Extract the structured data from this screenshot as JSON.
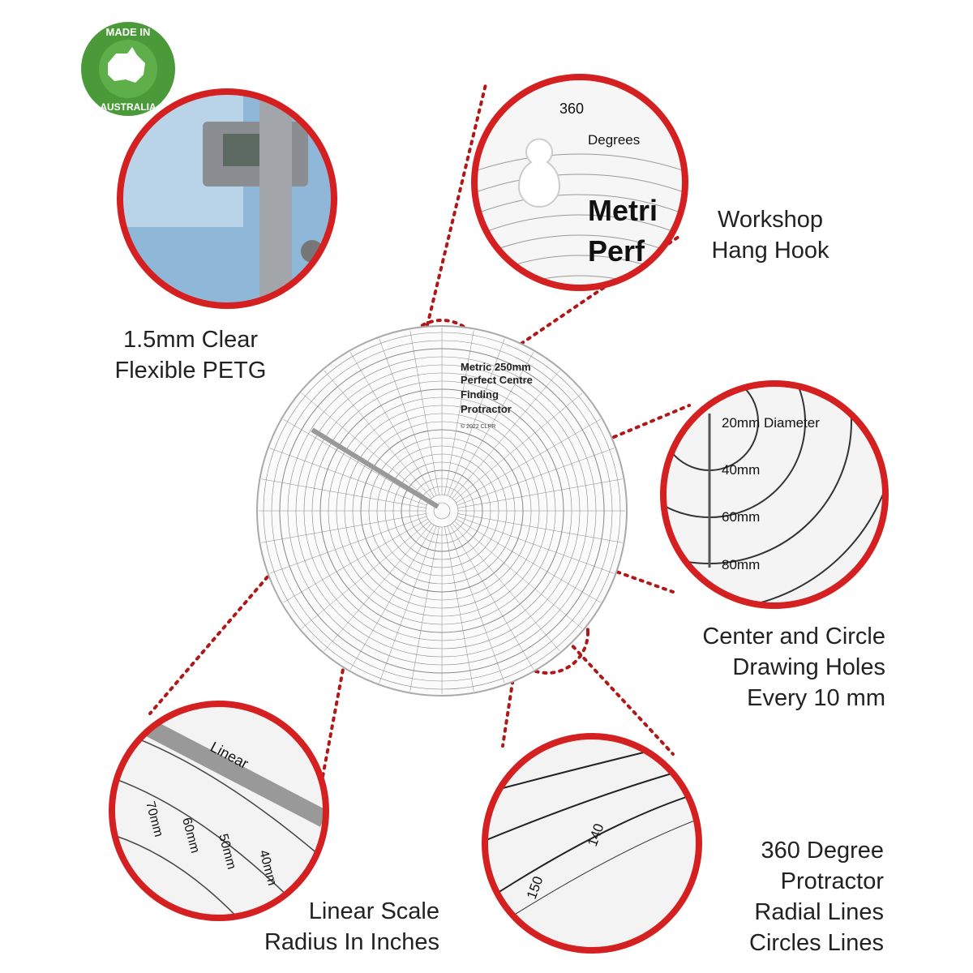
{
  "badge": {
    "top_text": "MADE IN",
    "bottom_text": "AUSTRALIA",
    "color": "#4a9a3a"
  },
  "accent_color": "#d42020",
  "protractor": {
    "title_lines": [
      "Metric 250mm",
      "Perfect Centre",
      "Finding",
      "Protractor"
    ],
    "copyright": "© 2022 CLPR"
  },
  "callouts": {
    "material": [
      "1.5mm Clear",
      "Flexible PETG"
    ],
    "hang_hook": [
      "Workshop",
      "Hang Hook"
    ],
    "holes": [
      "Center and Circle",
      "Drawing Holes",
      "Every 10 mm"
    ],
    "linear": [
      "Linear Scale",
      "Radius In Inches"
    ],
    "protractor": [
      "360 Degree",
      "Protractor",
      "Radial Lines",
      "Circles Lines"
    ]
  },
  "detail_hook": {
    "scale": "360",
    "degrees": "Degrees",
    "text1": "Metri",
    "text2": "Perf"
  },
  "detail_diameters": [
    "20mm Diameter",
    "40mm",
    "60mm",
    "80mm"
  ],
  "detail_linear": {
    "label": "Linear",
    "marks": [
      "70mm",
      "60mm",
      "50mm",
      "40mm"
    ]
  },
  "detail_degrees": [
    "140",
    "150"
  ]
}
